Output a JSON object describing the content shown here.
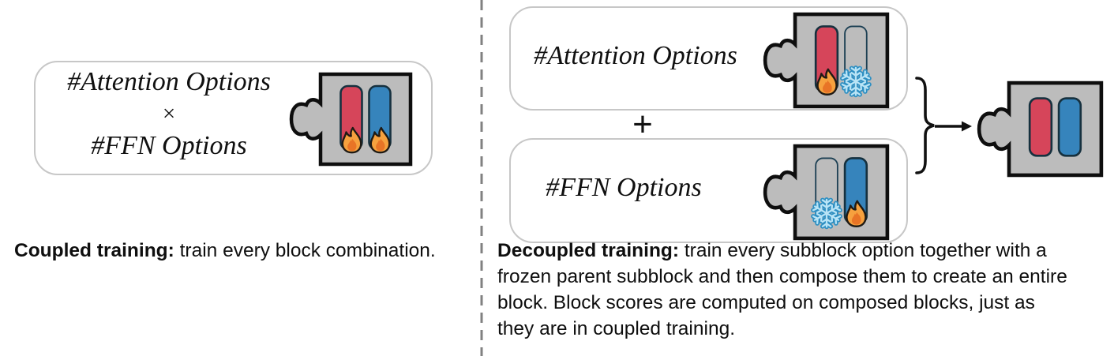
{
  "figure": {
    "left": {
      "attention_label": "#Attention Options",
      "times_symbol": "×",
      "ffn_label": "#FFN Options"
    },
    "right": {
      "attention_label": "#Attention Options",
      "plus_symbol": "+",
      "ffn_label": "#FFN Options"
    },
    "captions": {
      "coupled": {
        "lead": "Coupled training:",
        "body": " train every block combination."
      },
      "decoupled": {
        "lead": "Decoupled training:",
        "line1": " train every subblock option together with a",
        "line2": "frozen parent subblock and then compose them to create an entire",
        "line3": "block. Block scores are computed on composed blocks, just as",
        "line4": "they are in coupled training."
      }
    },
    "colors": {
      "bar_red": "#d6455a",
      "bar_blue": "#3684bc",
      "puzzle_gray": "#bcbcbc",
      "flame_orange": "#f6a13e",
      "snowflake_blue": "#b9e4f6",
      "box_border_gray": "#c7c7c7",
      "divider_gray": "#818181",
      "outline_black": "#0e0e0e"
    },
    "icons": {
      "puzzle-piece-icon": "jigsaw piece shape",
      "flame-icon": "🔥",
      "snowflake-icon": "❄",
      "right-curly-brace-icon": "}",
      "arrow-right-icon": "→"
    }
  }
}
